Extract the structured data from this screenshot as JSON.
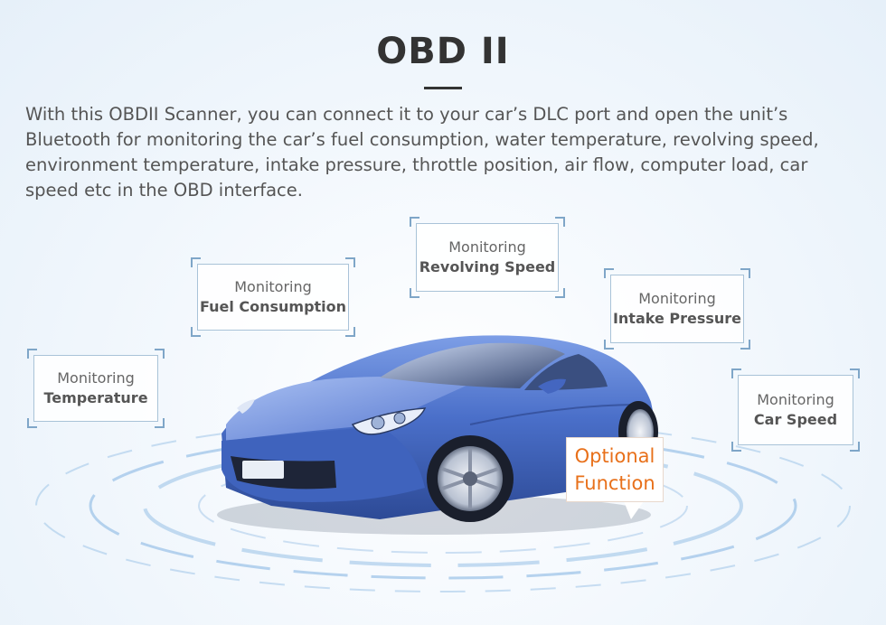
{
  "header": {
    "title": "OBD II",
    "description": "With this OBDII Scanner, you can connect it to your car’s DLC port and open the unit’s Bluetooth for monitoring the car’s fuel consumption, water temperature, revolving speed, environment temperature, intake pressure, throttle position, air flow, computer load, car speed etc in the OBD interface."
  },
  "features": [
    {
      "line1": "Monitoring",
      "line2": "Temperature"
    },
    {
      "line1": "Monitoring",
      "line2": "Fuel Consumption"
    },
    {
      "line1": "Monitoring",
      "line2": "Revolving Speed"
    },
    {
      "line1": "Monitoring",
      "line2": "Intake Pressure"
    },
    {
      "line1": "Monitoring",
      "line2": "Car Speed"
    }
  ],
  "badge": {
    "line1": "Optional",
    "line2": "Function",
    "color": "#e8701a"
  },
  "colors": {
    "car_body": "#4a6fc9",
    "frame": "#a9c3d8",
    "ring": "#9fc4e8"
  },
  "image": {
    "subject": "blue-sports-car"
  }
}
